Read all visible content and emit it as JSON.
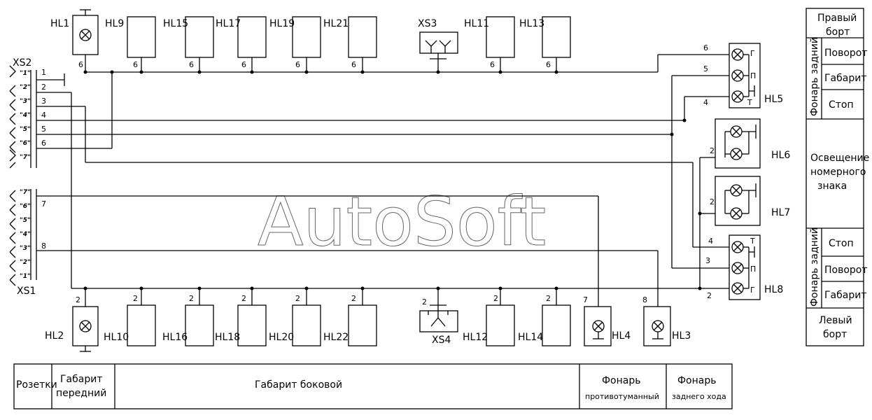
{
  "watermark": "AutoSoft",
  "connectors": {
    "xs2": "XS2",
    "xs1": "XS1",
    "xs3": "XS3",
    "xs4": "XS4",
    "xs2_pins": [
      "\"1\"",
      "\"2\"",
      "\"3\"",
      "\"4\"",
      "\"5\"",
      "\"6\"",
      "\"7\""
    ],
    "xs2_wires": [
      "1",
      "2",
      "3",
      "4",
      "5",
      "6"
    ],
    "xs1_pins": [
      "\"7\"",
      "\"6\"",
      "\"5\"",
      "\"4\"",
      "\"3\"",
      "\"2\"",
      "\"1\""
    ],
    "xs1_wires": [
      "7",
      "8"
    ]
  },
  "top_lamps": [
    {
      "label": "HL1",
      "wire": "6"
    },
    {
      "label": "HL9",
      "wire": "6"
    },
    {
      "label": "HL15",
      "wire": "6"
    },
    {
      "label": "HL17",
      "wire": "6"
    },
    {
      "label": "HL19",
      "wire": "6"
    },
    {
      "label": "HL21",
      "wire": "6"
    },
    {
      "label": "HL11",
      "wire": "6"
    },
    {
      "label": "HL13",
      "wire": "6"
    }
  ],
  "bottom_lamps": [
    {
      "label": "HL2",
      "wire": "2"
    },
    {
      "label": "HL10",
      "wire": "2"
    },
    {
      "label": "HL16",
      "wire": "2"
    },
    {
      "label": "HL18",
      "wire": "2"
    },
    {
      "label": "HL20",
      "wire": "2"
    },
    {
      "label": "HL22",
      "wire": "2"
    },
    {
      "label": "HL12",
      "wire": "2"
    },
    {
      "label": "HL14",
      "wire": "2"
    }
  ],
  "xs4_wire": "2",
  "fog": {
    "label": "HL4",
    "wire": "7"
  },
  "reverse": {
    "label": "HL3",
    "wire": "8"
  },
  "rear": {
    "hl5": {
      "label": "HL5",
      "wires": [
        "6",
        "5",
        "4"
      ],
      "terms": [
        "Г",
        "П",
        "Т"
      ]
    },
    "hl6": {
      "label": "HL6",
      "wire": "2"
    },
    "hl7": {
      "label": "HL7",
      "wire": "2"
    },
    "hl8": {
      "label": "HL8",
      "wires": [
        "4",
        "3",
        "2"
      ],
      "terms": [
        "Т",
        "П",
        "Г"
      ]
    }
  },
  "right_table": {
    "right_side": [
      "Правый",
      "борт"
    ],
    "rear_lamp_vertical": "Фонарь задний",
    "right_items": [
      "Поворот",
      "Габарит",
      "Стоп"
    ],
    "plate": [
      "Освещение",
      "номерного",
      "знака"
    ],
    "left_items": [
      "Стоп",
      "Поворот",
      "Габарит"
    ],
    "left_side": [
      "Левый",
      "борт"
    ]
  },
  "bottom_table": {
    "sockets": "Розетки",
    "front_marker": [
      "Габарит",
      "передний"
    ],
    "side_marker": "Габарит боковой",
    "fog_lamp": [
      "Фонарь",
      "противотуманный"
    ],
    "reverse_lamp": [
      "Фонарь",
      "заднего хода"
    ]
  }
}
